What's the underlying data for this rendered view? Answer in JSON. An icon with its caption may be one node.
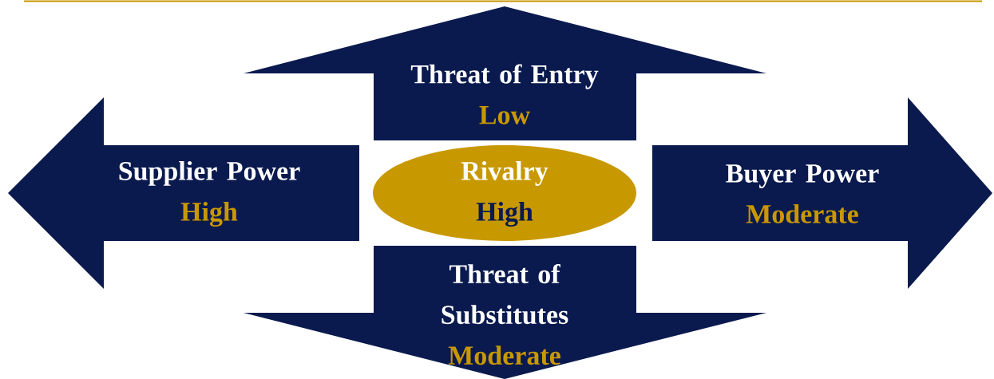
{
  "diagram": {
    "nodes": [
      {
        "text": [
          "Threat of Entry",
          "Low"
        ]
      },
      {
        "text": [
          "Supplier Power",
          "High"
        ]
      },
      {
        "text": [
          "Rivalry",
          "High"
        ]
      },
      {
        "text": [
          "Buyer Power",
          "Moderate"
        ]
      },
      {
        "text": [
          "Threat of Substitutes",
          "Moderate"
        ]
      }
    ]
  }
}
